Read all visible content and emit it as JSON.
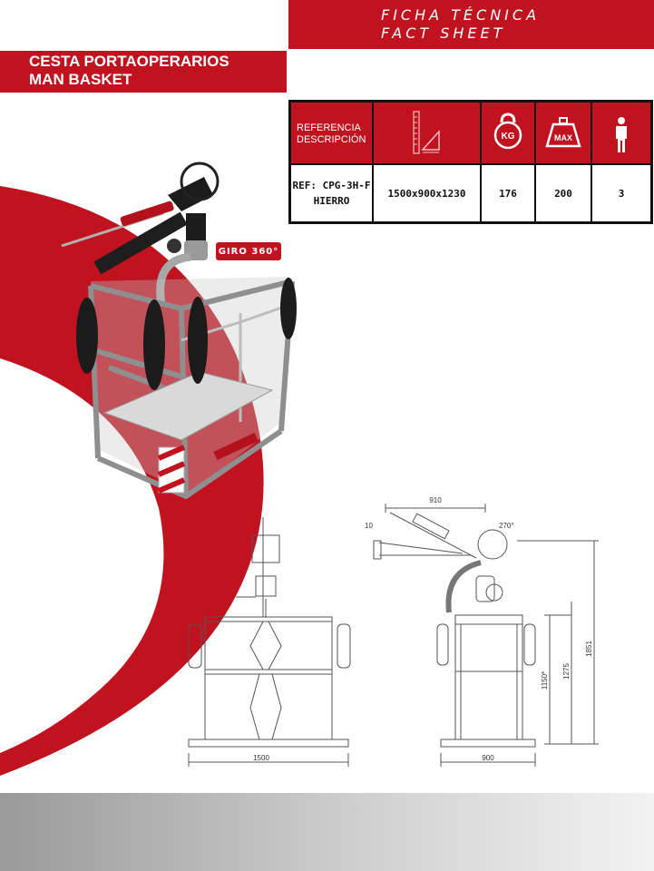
{
  "header": {
    "line1": "FICHA TÉCNICA",
    "line2": "FACT SHEET"
  },
  "title": {
    "line1": "CESTA PORTAOPERARIOS",
    "line2": "MAN BASKET"
  },
  "spec_table": {
    "header": {
      "ref_line1": "REFERENCIA",
      "ref_line2": "DESCRIPCIÓN",
      "weight_icon": "KG",
      "max_icon": "MAX"
    },
    "row": {
      "ref_line1": "REF: CPG-3H-F",
      "ref_line2": "HIERRO",
      "dimensions": "1500x900x1230",
      "weight": "176",
      "max_load": "200",
      "persons": "3"
    }
  },
  "product": {
    "badge": "GIRO 360°"
  },
  "drawing": {
    "front_width": "1500",
    "side_width": "900",
    "arm_reach": "910",
    "arm_offset": "10",
    "rotation": "270°",
    "height_total": "1851",
    "height_mid": "1275",
    "height_low": "1150*"
  },
  "colors": {
    "accent": "#c1121f"
  }
}
